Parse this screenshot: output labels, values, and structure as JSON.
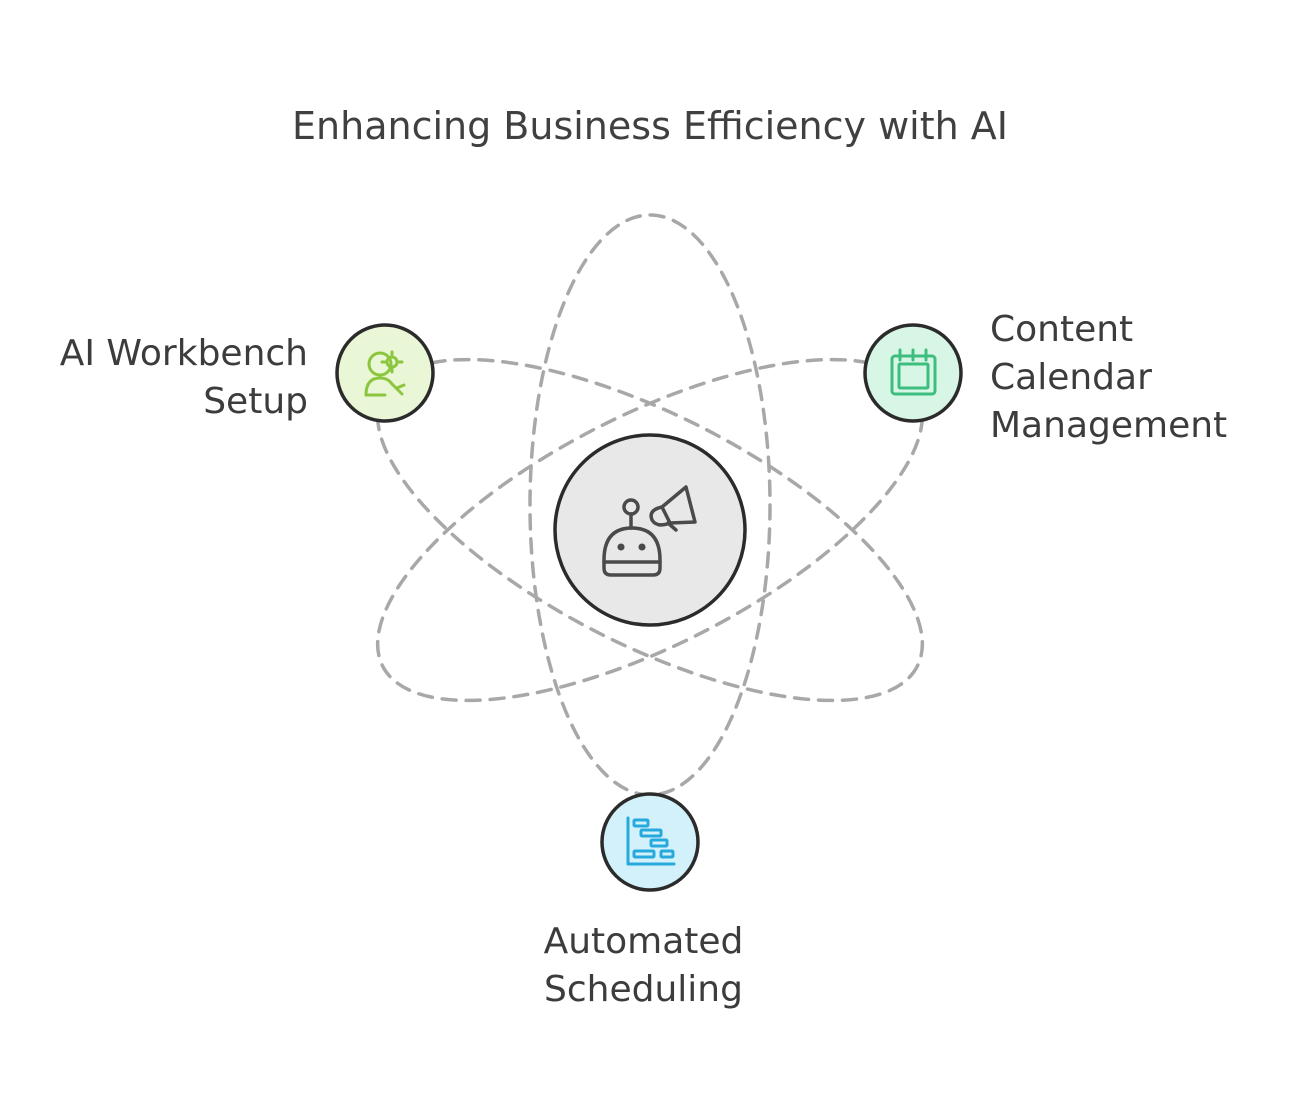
{
  "title": "Enhancing Business Efficiency with AI",
  "center": {
    "icon": "robot-megaphone-icon",
    "fill": "#e8e8e8"
  },
  "nodes": [
    {
      "id": "ai-workbench",
      "lines": [
        "AI Workbench",
        "Setup"
      ],
      "icon": "person-gear-icon",
      "fill": "#eaf7d6",
      "accent": "#8cc63f"
    },
    {
      "id": "content-calendar",
      "lines": [
        "Content",
        "Calendar",
        "Management"
      ],
      "icon": "calendar-icon",
      "fill": "#d7f6e6",
      "accent": "#3dbe7e"
    },
    {
      "id": "automated-scheduling",
      "lines": [
        "Automated",
        "Scheduling"
      ],
      "icon": "gantt-chart-icon",
      "fill": "#d3f1fb",
      "accent": "#27a9de"
    }
  ],
  "colors": {
    "stroke": "#2b2b2b",
    "orbit": "#a8a8a8",
    "text": "#3c3c3c"
  }
}
